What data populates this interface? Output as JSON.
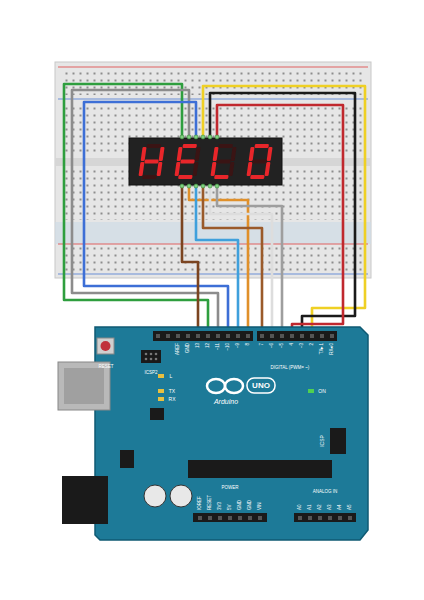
{
  "diagram": {
    "labels": [
      "RESET",
      "ICSP2",
      "AREF",
      "GND",
      "13",
      "12",
      "~11",
      "~10",
      "~9",
      "8",
      "7",
      "~6",
      "~5",
      "4",
      "~3",
      "2",
      "TX▸1",
      "RX◂0",
      "DIGITAL (PWM= ~)",
      "L",
      "TX",
      "RX",
      "UNO",
      "Arduino",
      "ON",
      "ICSP",
      "IOREF",
      "RESET",
      "3V3",
      "5V",
      "GND",
      "GND",
      "VIN",
      "POWER",
      "ANALOG IN",
      "A0",
      "A1",
      "A2",
      "A3",
      "A4",
      "A5",
      "HEL0"
    ]
  }
}
